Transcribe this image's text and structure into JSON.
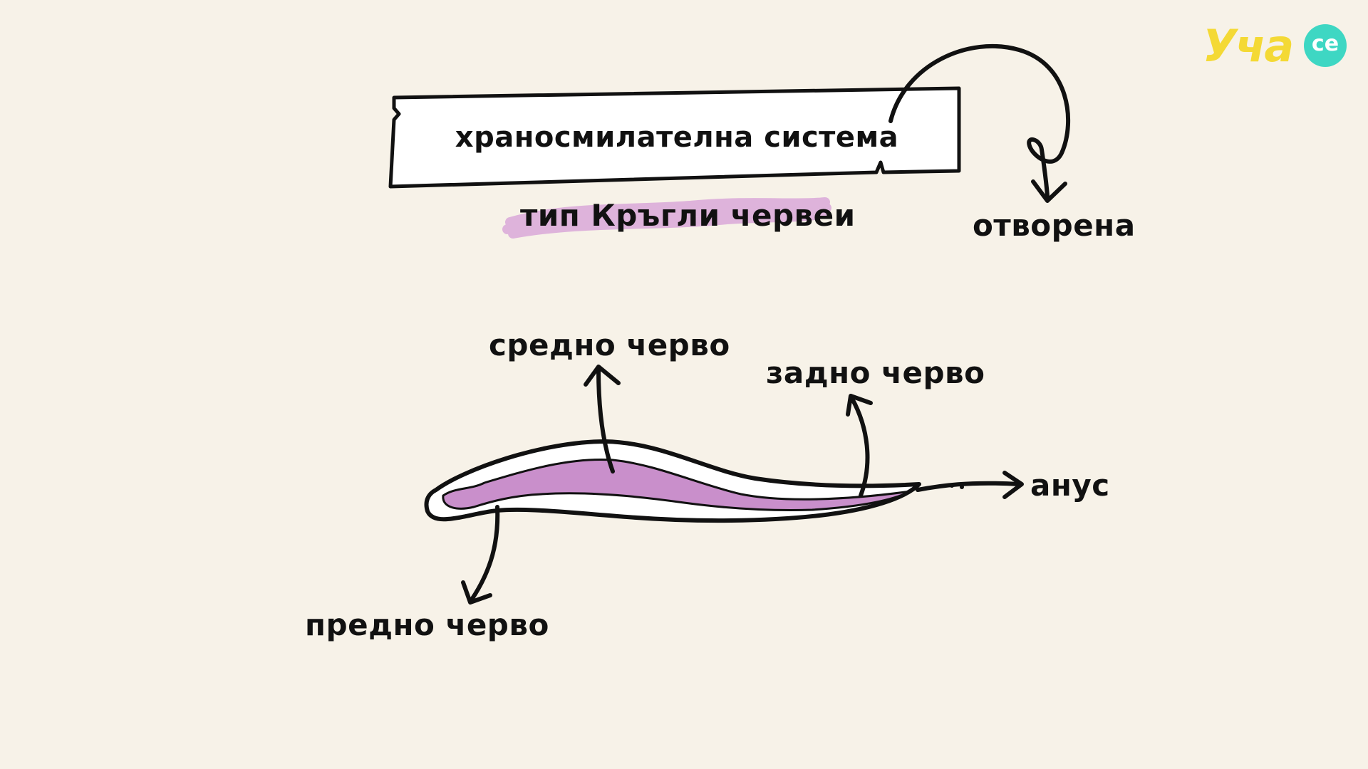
{
  "logo": {
    "text": "Уча",
    "badge": "се"
  },
  "title": "храносмилателна система",
  "subtitle": "тип Кръгли червеи",
  "system_type": "отворена",
  "parts": {
    "midgut": "средно черво",
    "hindgut": "задно черво",
    "anus": "анус",
    "foregut": "предно черво"
  },
  "colors": {
    "background": "#f7f2e8",
    "highlight": "#d9a8d8",
    "gut_fill": "#c98fcb",
    "logo_yellow": "#f4d935",
    "logo_teal": "#3ed7c3"
  }
}
